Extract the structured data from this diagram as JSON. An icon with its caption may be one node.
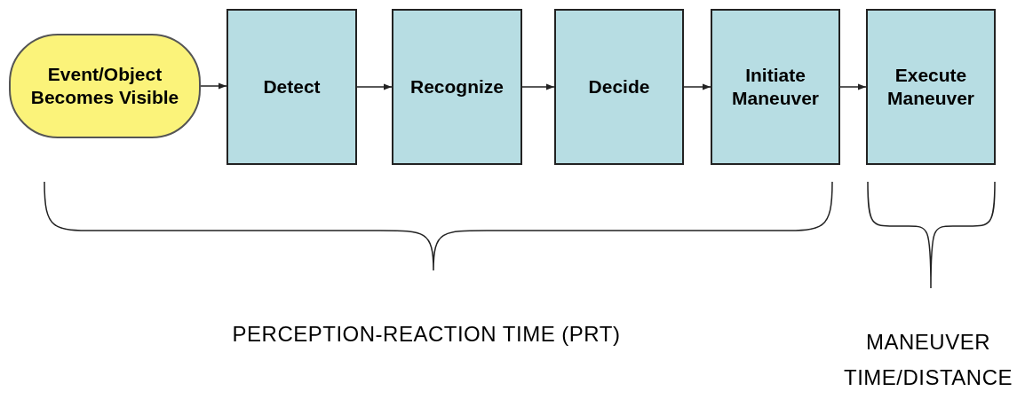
{
  "diagram": {
    "nodes": [
      {
        "text": [
          "Event/Object Becomes Visible"
        ]
      },
      {
        "text": [
          "Detect"
        ]
      },
      {
        "text": [
          "Recognize"
        ]
      },
      {
        "text": [
          "Decide"
        ]
      },
      {
        "text": [
          "Initiate Maneuver"
        ]
      },
      {
        "text": [
          "Execute Maneuver"
        ]
      }
    ],
    "edges": [
      {
        "from": 0,
        "to": 1,
        "arrow": "to"
      },
      {
        "from": 1,
        "to": 2,
        "arrow": "to"
      },
      {
        "from": 2,
        "to": 3,
        "arrow": "to"
      },
      {
        "from": 3,
        "to": 4,
        "arrow": "to"
      },
      {
        "from": 4,
        "to": 5,
        "arrow": "to"
      }
    ],
    "labels": [
      "PERCEPTION-REACTION TIME (PRT)",
      "MANEUVER TIME/DISTANCE"
    ]
  }
}
